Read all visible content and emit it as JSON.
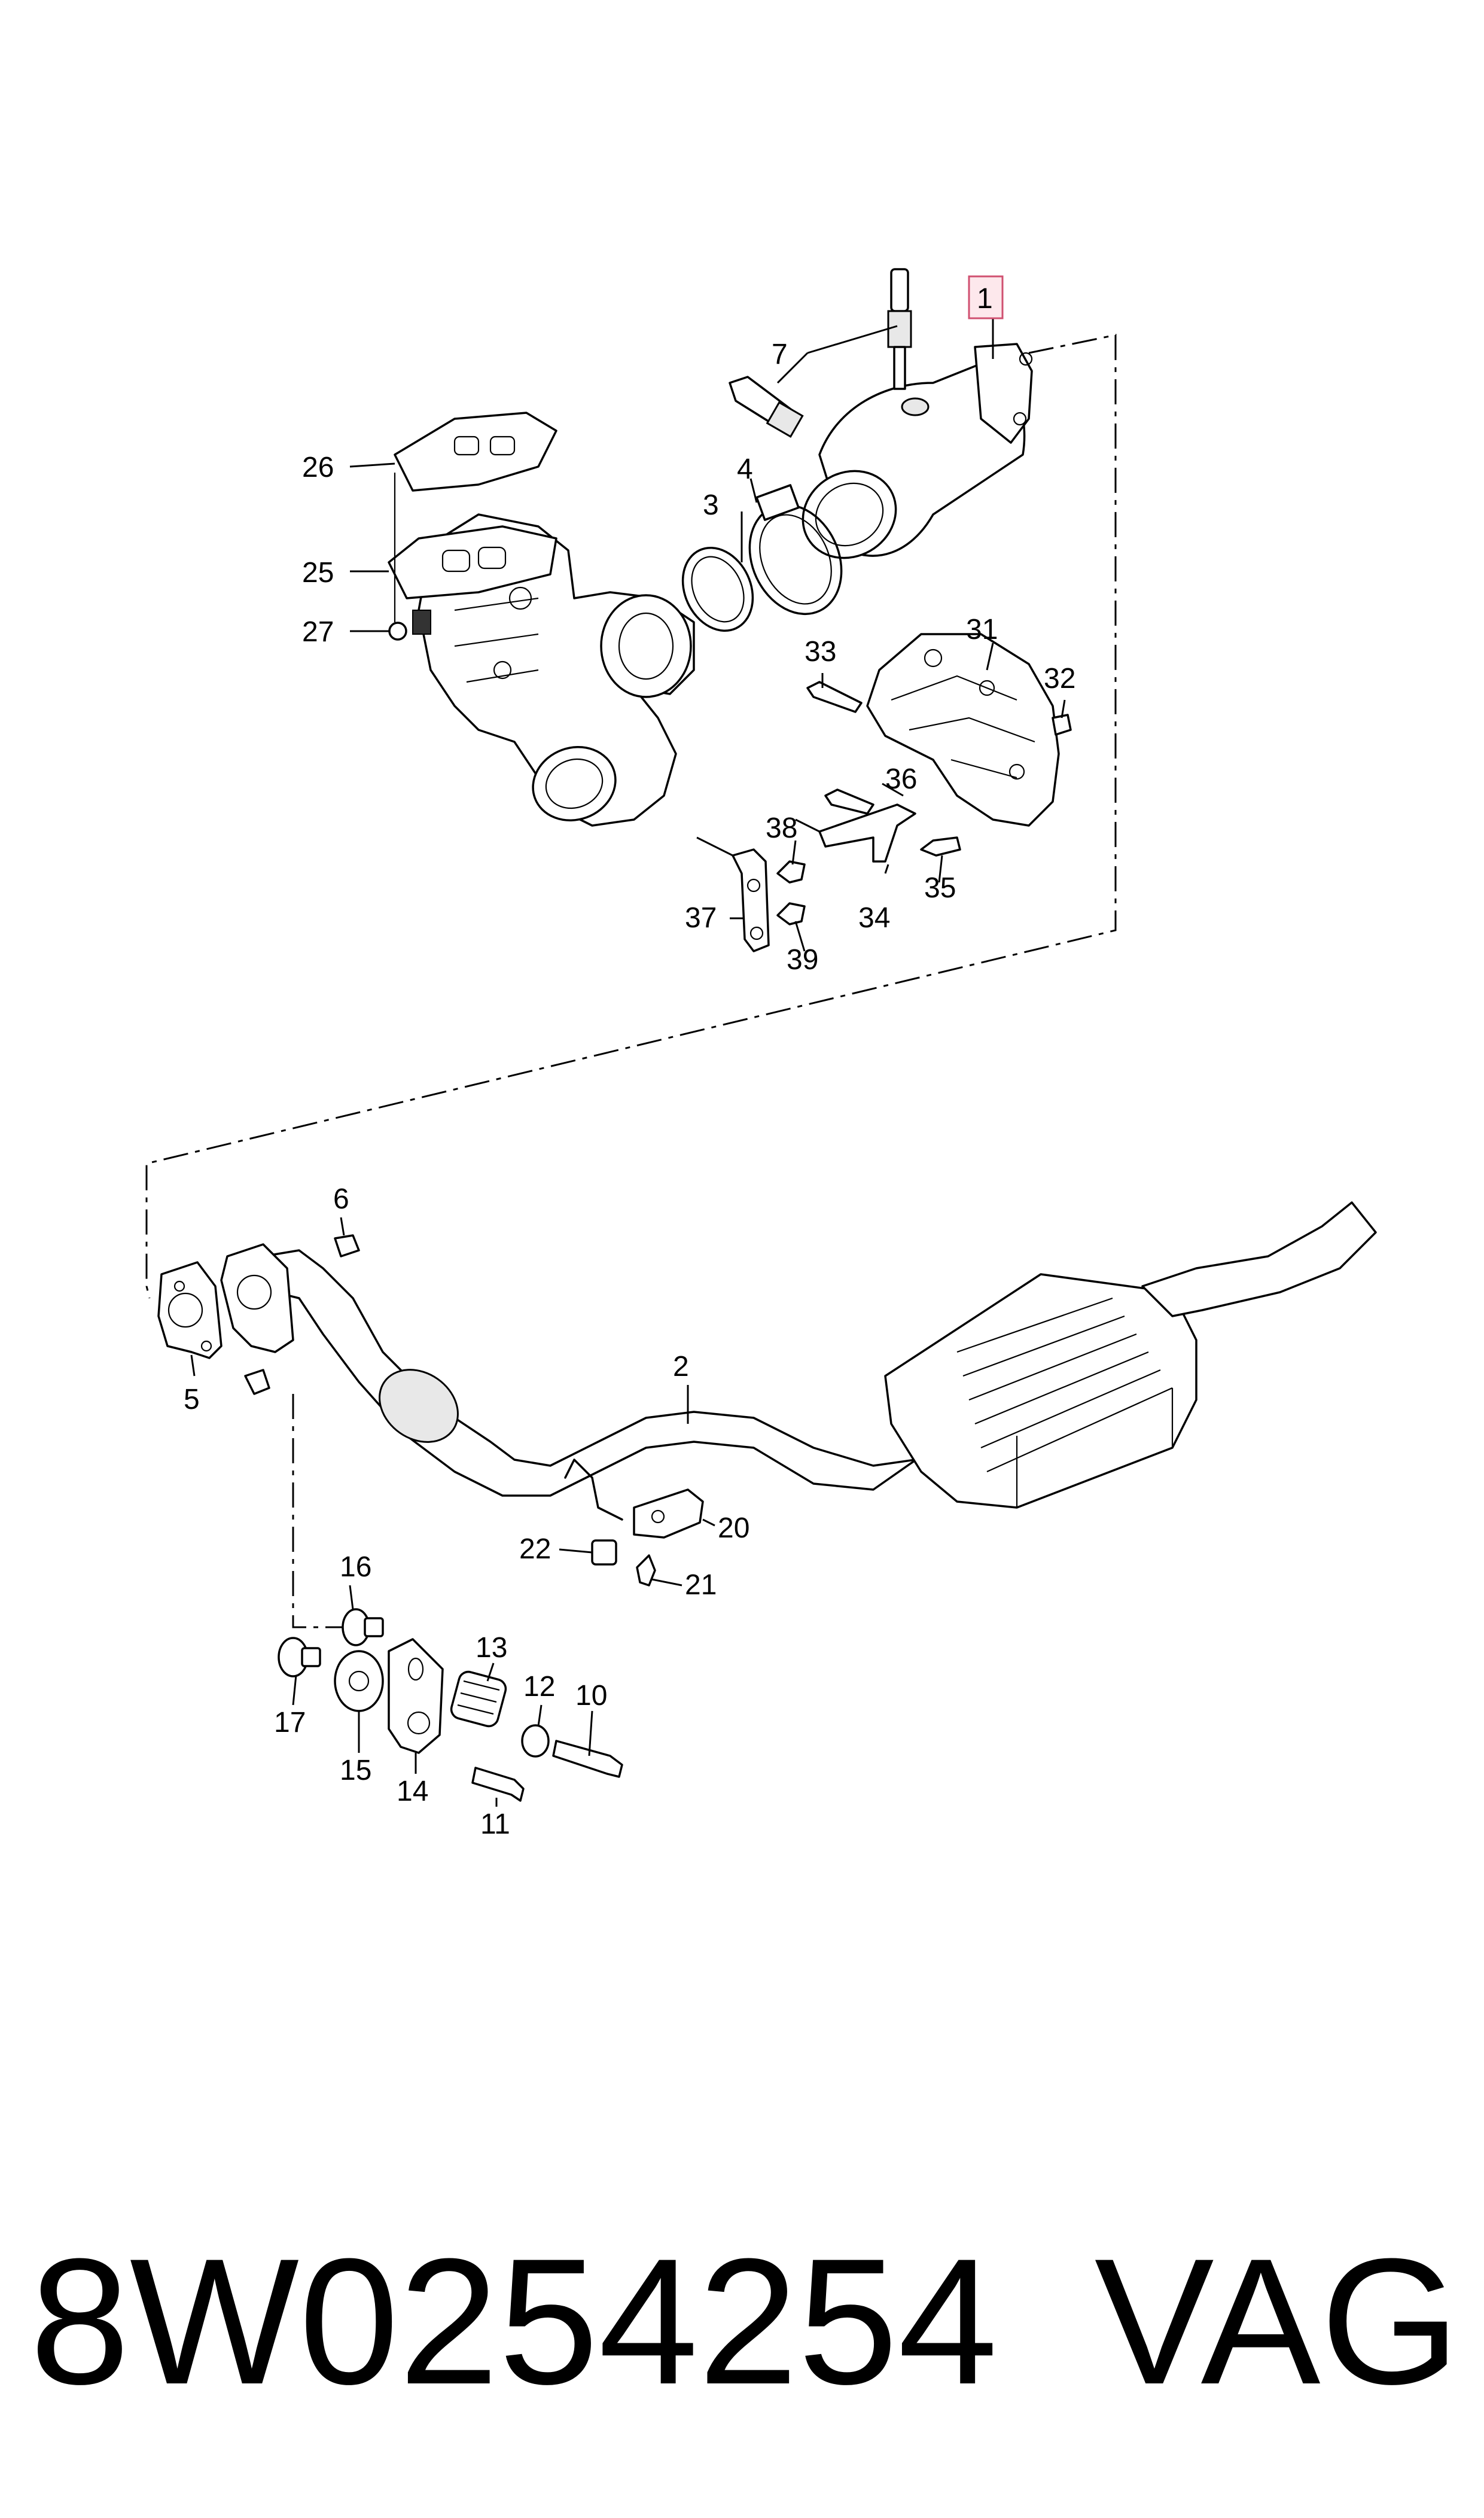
{
  "callouts": {
    "c1": "1",
    "c2": "2",
    "c3": "3",
    "c4": "4",
    "c5": "5",
    "c6": "6",
    "c7": "7",
    "c10": "10",
    "c11": "11",
    "c12": "12",
    "c13": "13",
    "c14": "14",
    "c15": "15",
    "c16": "16",
    "c17": "17",
    "c20": "20",
    "c21": "21",
    "c22": "22",
    "c25": "25",
    "c26": "26",
    "c27": "27",
    "c31": "31",
    "c32": "32",
    "c33": "33",
    "c34": "34",
    "c35": "35",
    "c36": "36",
    "c37": "37",
    "c38": "38",
    "c39": "39"
  },
  "highlighted_callout": "1",
  "highlight_color": "#d05070",
  "footer": {
    "part_number": "8W0254254",
    "brand": "VAG"
  }
}
